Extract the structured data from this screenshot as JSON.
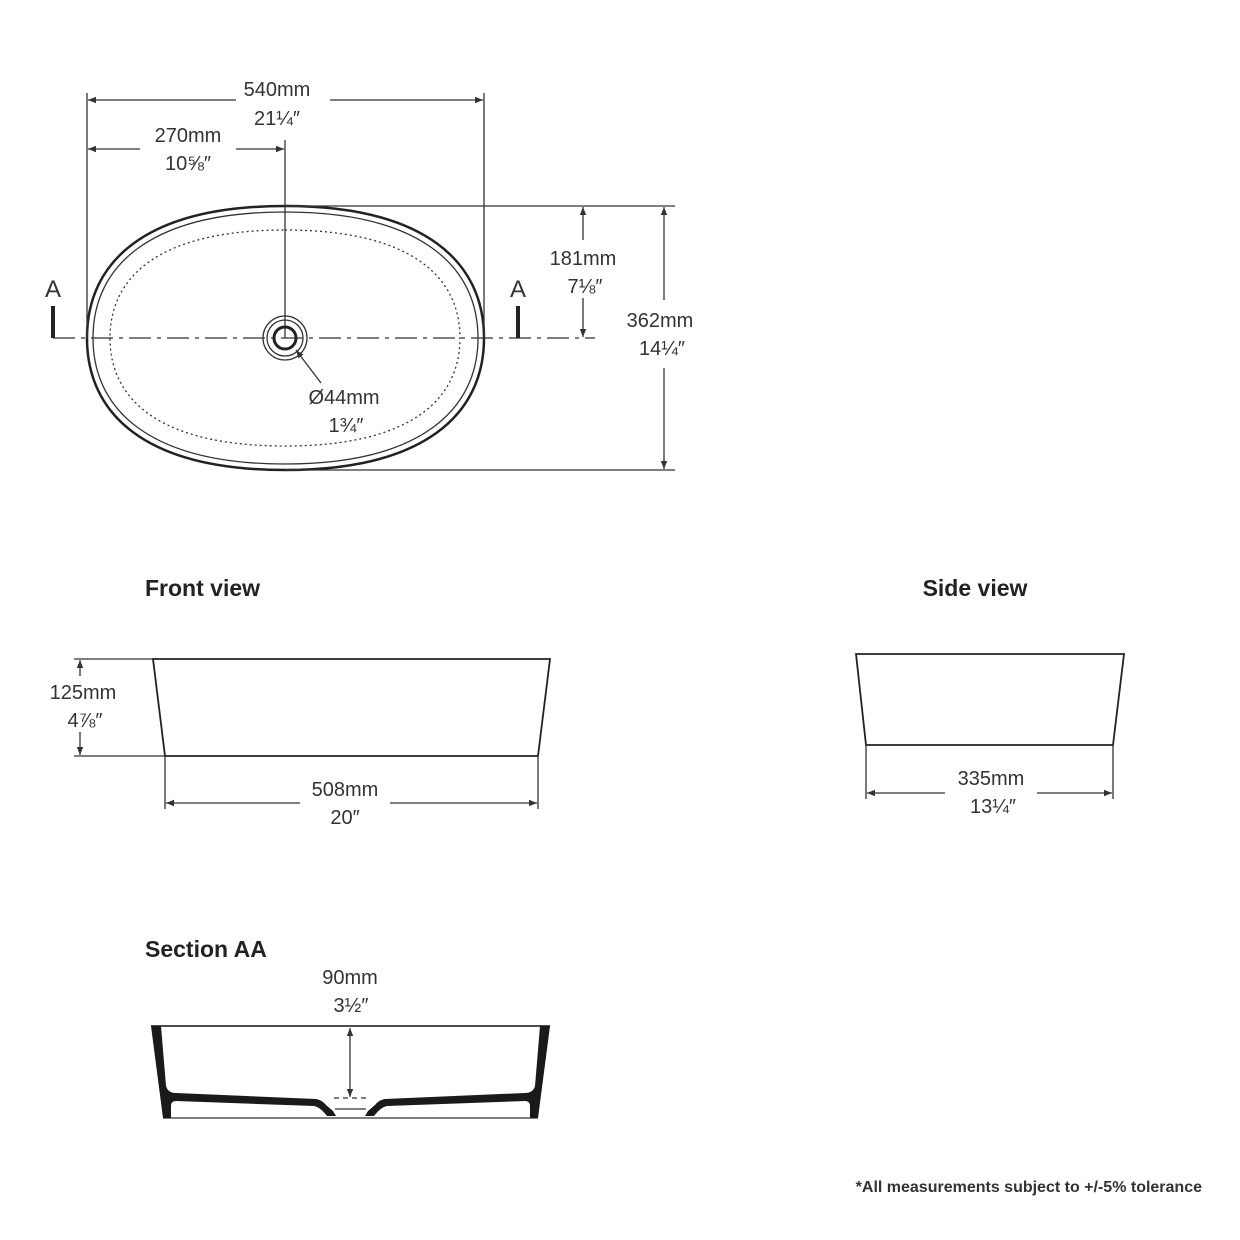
{
  "top_view": {
    "overall_length": {
      "mm": "540mm",
      "in": "21¼″"
    },
    "half_length": {
      "mm": "270mm",
      "in": "10⅝″"
    },
    "half_width": {
      "mm": "181mm",
      "in": "7⅛″"
    },
    "overall_width": {
      "mm": "362mm",
      "in": "14¼″"
    },
    "drain": {
      "mm": "Ø44mm",
      "in": "1¾″"
    },
    "section_marker_left": "A",
    "section_marker_right": "A"
  },
  "front_view": {
    "title": "Front view",
    "height": {
      "mm": "125mm",
      "in": "4⅞″"
    },
    "base_length": {
      "mm": "508mm",
      "in": "20″"
    }
  },
  "side_view": {
    "title": "Side view",
    "base_width": {
      "mm": "335mm",
      "in": "13¼″"
    }
  },
  "section_aa": {
    "title": "Section AA",
    "depth": {
      "mm": "90mm",
      "in": "3½″"
    }
  },
  "footnote": "*All measurements subject to +/-5% tolerance"
}
